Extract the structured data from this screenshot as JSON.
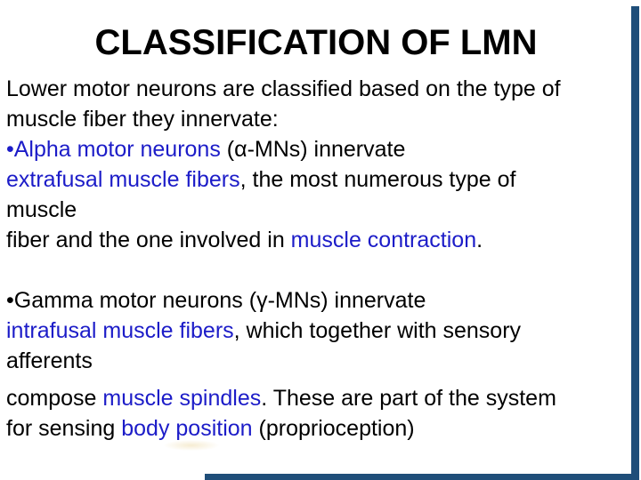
{
  "slide": {
    "title": "CLASSIFICATION OF LMN",
    "colors": {
      "accent_bar": "#1F4E79",
      "link_text": "#1C1CC8",
      "body_text": "#000000",
      "background": "#FFFFFF"
    },
    "body_lines": [
      {
        "segments": [
          {
            "t": "Lower motor neurons are classified based on the type of",
            "c": "plain"
          }
        ]
      },
      {
        "segments": [
          {
            "t": "muscle fiber they innervate:",
            "c": "plain"
          }
        ]
      },
      {
        "segments": [
          {
            "t": "•Alpha motor neurons",
            "c": "link"
          },
          {
            "t": " (α-MNs) innervate",
            "c": "plain"
          }
        ]
      },
      {
        "segments": [
          {
            "t": "extrafusal muscle fibers",
            "c": "link"
          },
          {
            "t": ", the most numerous type of",
            "c": "plain"
          }
        ]
      },
      {
        "segments": [
          {
            "t": "muscle",
            "c": "plain"
          }
        ]
      },
      {
        "segments": [
          {
            "t": "fiber and the one involved in ",
            "c": "plain"
          },
          {
            "t": "muscle contraction",
            "c": "link"
          },
          {
            "t": ".",
            "c": "plain"
          }
        ]
      },
      {
        "segments": []
      },
      {
        "segments": [
          {
            "t": "•Gamma motor neurons (γ-MNs) innervate",
            "c": "plain"
          }
        ]
      },
      {
        "segments": [
          {
            "t": "intrafusal muscle fibers",
            "c": "link"
          },
          {
            "t": ", which together with sensory",
            "c": "plain"
          }
        ]
      },
      {
        "segments": [
          {
            "t": "afferents",
            "c": "plain"
          }
        ]
      },
      {
        "segments": [
          {
            "t": "compose ",
            "c": "plain"
          },
          {
            "t": "muscle spindles",
            "c": "link"
          },
          {
            "t": ". These are part of the system",
            "c": "plain"
          }
        ],
        "extra_space": true
      },
      {
        "segments": [
          {
            "t": "for sensing ",
            "c": "plain"
          },
          {
            "t": "body position",
            "c": "link"
          },
          {
            "t": " (proprioception)",
            "c": "plain"
          }
        ]
      }
    ]
  }
}
